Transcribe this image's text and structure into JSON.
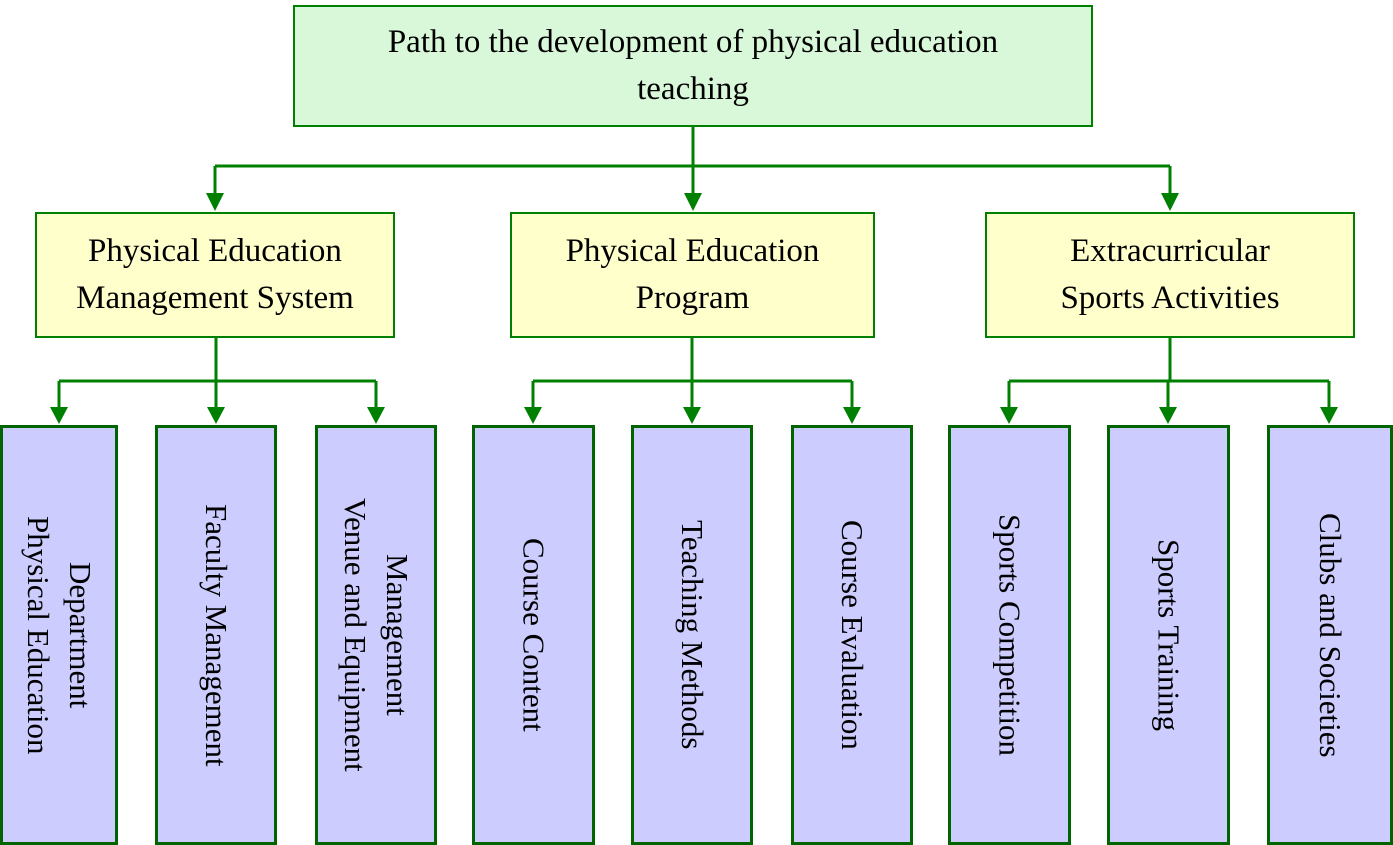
{
  "title": "Path to the development of physical education teaching",
  "root": {
    "label": "Path to the development of physical education\nteaching"
  },
  "branches": [
    {
      "label": "Physical Education\nManagement System",
      "children": [
        "Physical Education\nDepartment",
        "Faculty Management",
        "Venue and Equipment\nManagement"
      ]
    },
    {
      "label": "Physical Education\nProgram",
      "children": [
        "Course Content",
        "Teaching Methods",
        "Course Evaluation"
      ]
    },
    {
      "label": "Extracurricular\nSports Activities",
      "children": [
        "Sports Competition",
        "Sports Training",
        "Clubs and Societies"
      ]
    }
  ],
  "colors": {
    "root_fill": "#d9f7d9",
    "root_border": "#008000",
    "branch_fill": "#ffffcc",
    "branch_border": "#008000",
    "leaf_fill": "#ccccff",
    "leaf_border": "#006400",
    "line": "#008000",
    "text": "#000000"
  }
}
